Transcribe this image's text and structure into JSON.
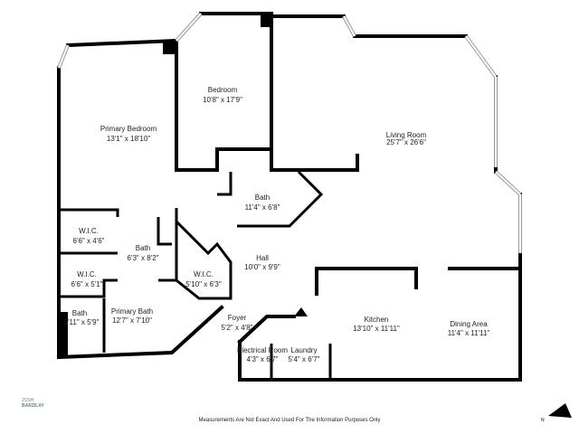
{
  "rooms": [
    {
      "name": "Primary Bedroom",
      "dims": "13'1\" x 18'10\""
    },
    {
      "name": "Bedroom",
      "dims": "10'8\" x 17'9\""
    },
    {
      "name": "Living Room",
      "dims": "25'7\" x 26'6\""
    },
    {
      "name": "Bath",
      "dims": "11'4\" x 6'8\""
    },
    {
      "name": "W.I.C.",
      "dims": "6'6\" x 4'6\""
    },
    {
      "name": "Bath",
      "dims": "6'3\" x 8'2\""
    },
    {
      "name": "Hall",
      "dims": "10'0\" x 9'9\""
    },
    {
      "name": "W.I.C.",
      "dims": "6'6\" x 5'1\""
    },
    {
      "name": "W.I.C.",
      "dims": "5'10\" x 6'3\""
    },
    {
      "name": "Primary Bath",
      "dims": "12'7\" x 7'10\""
    },
    {
      "name": "Bath",
      "dims": "3'11\" x 5'9\""
    },
    {
      "name": "Foyer",
      "dims": "5'2\" x 4'8\""
    },
    {
      "name": "Kitchen",
      "dims": "13'10\" x 11'11\""
    },
    {
      "name": "Dining Area",
      "dims": "11'4\" x 11'11\""
    },
    {
      "name": "Electrical Room",
      "dims": "4'3\" x 6'7\""
    },
    {
      "name": "Laundry",
      "dims": "5'4\" x 6'7\""
    }
  ],
  "footer": {
    "disclaimer": "Measurements Are Not Exact And Used For The Information Purposes Only",
    "logo_top": "JOSH",
    "logo_bottom": "BARZILAY",
    "compass_label": "N"
  },
  "colors": {
    "wall": "#000000",
    "window": "#999999"
  }
}
